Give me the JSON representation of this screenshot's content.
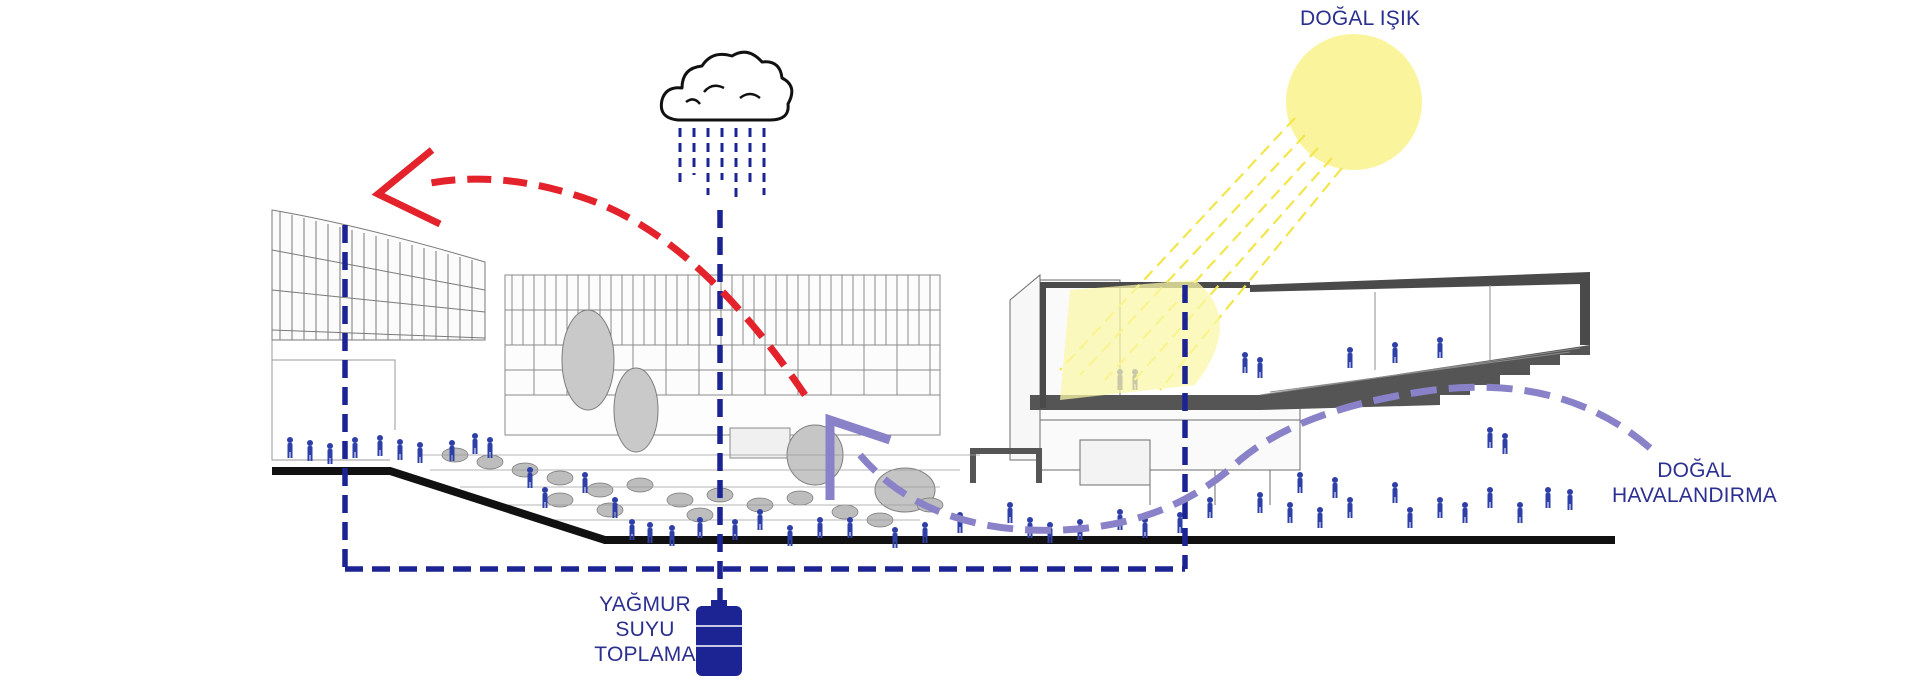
{
  "labels": {
    "natural_light": "DOĞAL IŞIK",
    "natural_ventilation_line1": "DOĞAL",
    "natural_ventilation_line2": "HAVALANDIRMA",
    "rainwater_line1": "YAĞMUR",
    "rainwater_line2": "SUYU",
    "rainwater_line3": "TOPLAMA"
  },
  "colors": {
    "label_text": "#2b2f8f",
    "rain_pipe": "#1c2494",
    "heat_arrow": "#e3222b",
    "ventilation_arrow": "#8a82c8",
    "sun": "#faf59c",
    "sun_rays": "#f2e64a",
    "ground_line": "#111111",
    "people": "#2e3fa8"
  },
  "icons": {
    "cloud": "rain-cloud-icon",
    "sun": "sun-icon",
    "tank": "water-tank-icon"
  }
}
